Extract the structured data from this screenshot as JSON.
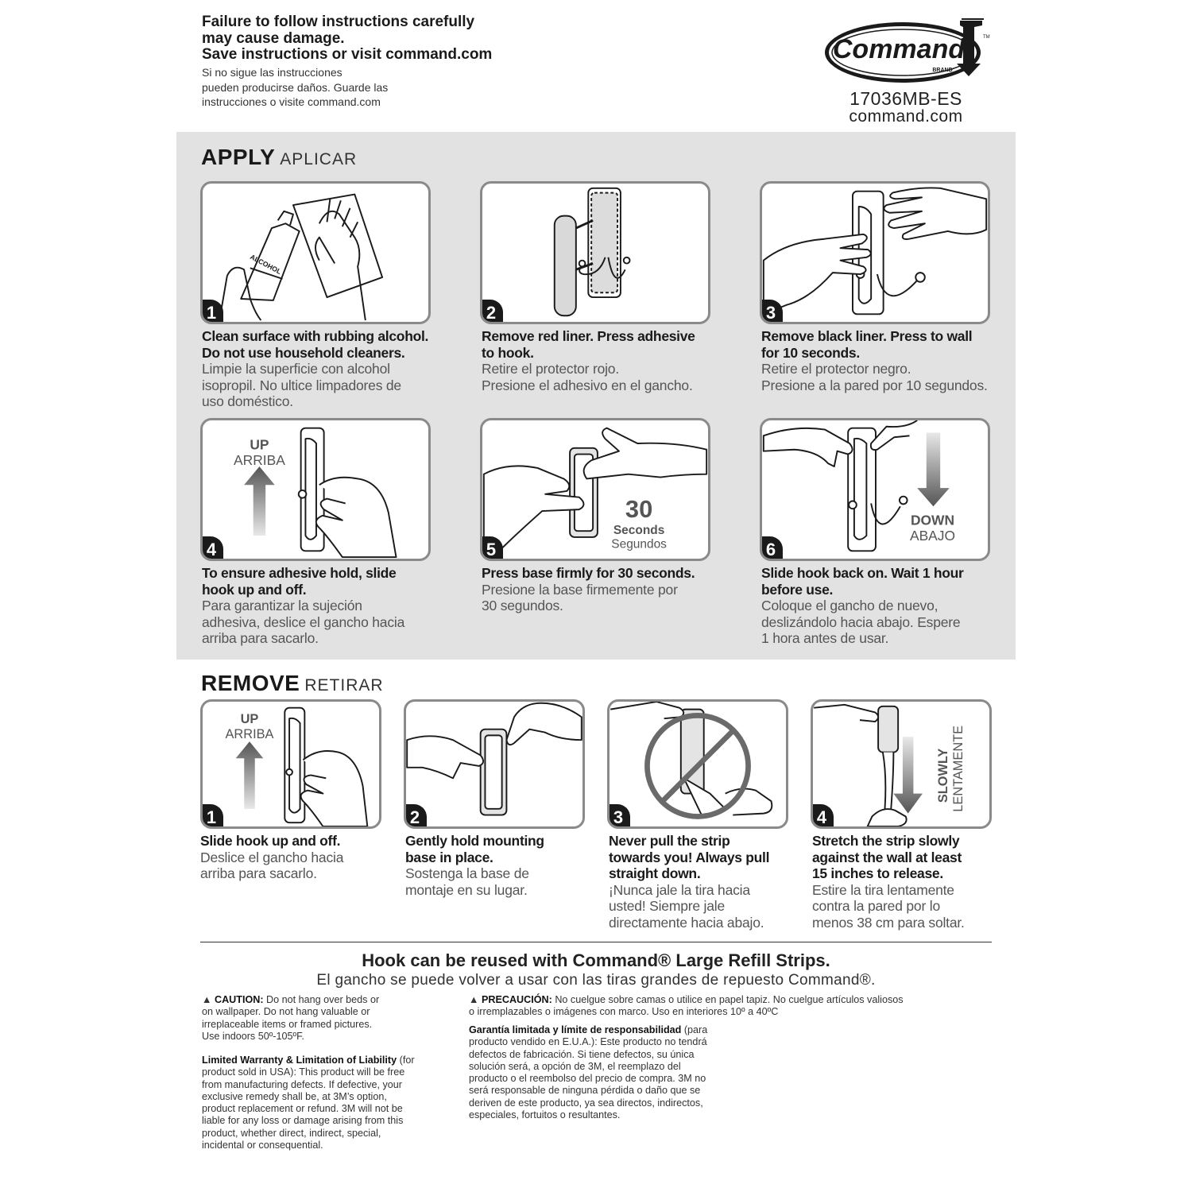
{
  "header": {
    "warning_en": [
      "Failure to follow instructions carefully",
      "may cause damage.",
      "Save instructions or visit command.com"
    ],
    "warning_es": [
      "Si no sigue las instrucciones",
      "pueden producirse daños. Guarde las",
      "instrucciones o visite command.com"
    ],
    "logo_word": "Command",
    "logo_brand": "BRAND",
    "logo_tm": "TM",
    "sku": "17036MB-ES",
    "website": "command.com"
  },
  "apply": {
    "title": "APPLY",
    "title_es": "APLICAR",
    "steps": [
      {
        "num": "1",
        "en": [
          "Clean surface with rubbing alcohol.",
          "Do not use household cleaners."
        ],
        "es": [
          "Limpie la superficie con alcohol",
          "isopropil. No ultice limpadores de",
          "uso doméstico."
        ],
        "label": "ALCOHOL"
      },
      {
        "num": "2",
        "en": [
          "Remove red liner. Press adhesive",
          "to hook."
        ],
        "es": [
          "Retire el protector rojo.",
          "Presione el adhesivo en el gancho."
        ]
      },
      {
        "num": "3",
        "en": [
          "Remove black liner. Press to wall",
          "for 10 seconds."
        ],
        "es": [
          "Retire el protector negro.",
          "Presione a la pared por 10 segundos."
        ]
      },
      {
        "num": "4",
        "en": [
          "To ensure adhesive hold, slide",
          "hook up and off."
        ],
        "es": [
          "Para garantizar la sujeción",
          "adhesiva, deslice el gancho hacia",
          "arriba para sacarlo."
        ],
        "arrow_en": "UP",
        "arrow_es": "ARRIBA"
      },
      {
        "num": "5",
        "en": [
          "Press base firmly for 30 seconds."
        ],
        "es": [
          "Presione la base firmemente por",
          "30 segundos."
        ],
        "timer_num": "30",
        "timer_en": "Seconds",
        "timer_es": "Segundos"
      },
      {
        "num": "6",
        "en": [
          "Slide hook back on. Wait 1 hour",
          "before use."
        ],
        "es": [
          "Coloque el gancho de nuevo,",
          "deslizándolo hacia abajo. Espere",
          "1 hora antes de usar."
        ],
        "arrow_en": "DOWN",
        "arrow_es": "ABAJO"
      }
    ]
  },
  "remove": {
    "title": "REMOVE",
    "title_es": "RETIRAR",
    "steps": [
      {
        "num": "1",
        "en": [
          "Slide hook up and off."
        ],
        "es": [
          "Deslice el gancho hacia",
          "arriba para sacarlo."
        ],
        "arrow_en": "UP",
        "arrow_es": "ARRIBA"
      },
      {
        "num": "2",
        "en": [
          "Gently hold mounting",
          "base in place."
        ],
        "es": [
          "Sostenga la base de",
          "montaje en su lugar."
        ]
      },
      {
        "num": "3",
        "en": [
          "Never pull the strip",
          "towards you! Always pull",
          "straight down."
        ],
        "es": [
          "¡Nunca jale la tira hacia",
          "usted! Siempre jale",
          "directamente hacia abajo."
        ]
      },
      {
        "num": "4",
        "en": [
          "Stretch the strip slowly",
          "against the wall at least",
          "15 inches to release."
        ],
        "es": [
          "Estire la tira lentamente",
          "contra la pared por lo",
          "menos 38 cm para soltar."
        ],
        "arrow_en": "SLOWLY",
        "arrow_es": "LENTAMENTE"
      }
    ]
  },
  "reuse": {
    "en": "Hook can be reused with Command® Large Refill Strips.",
    "es": "El gancho se puede volver a usar con las tiras grandes de repuesto Command®."
  },
  "fine_print": {
    "caution_label": "CAUTION:",
    "caution_lines": [
      " Do not hang over beds or",
      "on wallpaper. Do not hang valuable or",
      "irreplaceable items or framed pictures.",
      "Use indoors 50º-105ºF."
    ],
    "precaucion_label": "PRECAUCIÓN:",
    "precaucion_lines": [
      " No cuelgue sobre camas o utilice en papel tapiz. No cuelgue artículos valiosos",
      "o irremplazables o imágenes con marco. Uso en interiores 10º a 40ºC"
    ],
    "warranty_label": "Limited Warranty & Limitation of Liability",
    "warranty_lines": [
      " (for",
      "product sold in USA): This product will be free",
      "from manufacturing defects. If defective, your",
      "exclusive remedy shall be, at 3M’s option,",
      "product replacement or refund. 3M will not be",
      "liable for any loss or damage arising from this",
      "product, whether direct, indirect, special,",
      "incidental or consequential."
    ],
    "garantia_label": "Garantía limitada y límite de responsabilidad",
    "garantia_lines": [
      " (para",
      "producto vendido en E.U.A.): Este producto no tendrá",
      "defectos de fabricación. Si tiene defectos, su única",
      "solución será, a opción de 3M, el reemplazo del",
      "producto o el reembolso del precio de compra. 3M no",
      "será responsable de ninguna pérdida o daño que se",
      "deriven de este producto, ya sea directos, indirectos,",
      "especiales, fortuitos o resultantes."
    ]
  },
  "colors": {
    "panel_border": "#8a8a8a",
    "apply_background": "#e2e2e2",
    "text": "#1a1a1a",
    "muted_text": "#555555"
  }
}
